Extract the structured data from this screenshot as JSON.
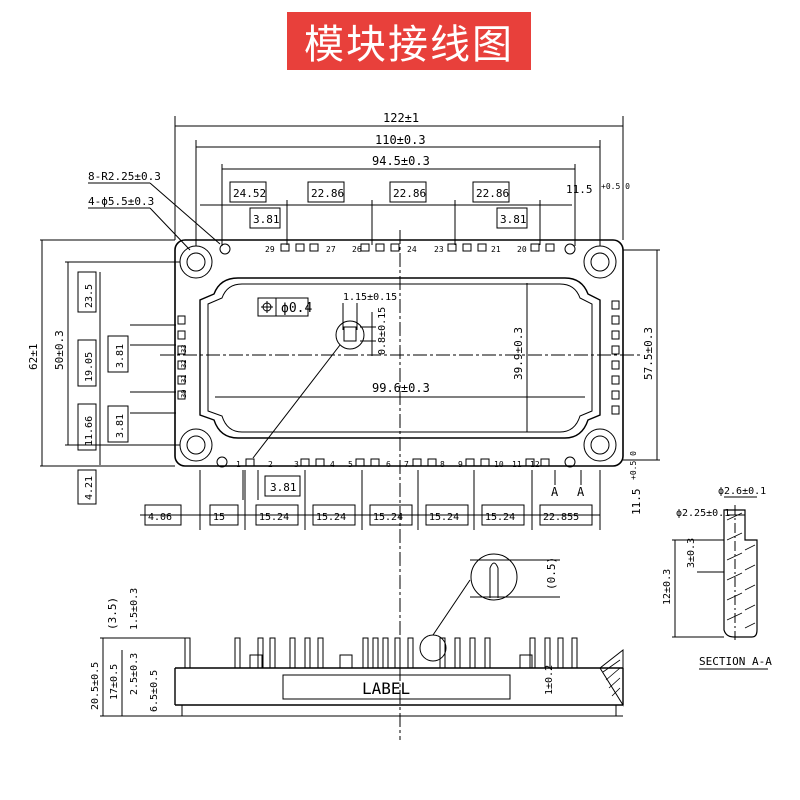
{
  "title": "模块接线图",
  "top_view": {
    "overall_width": "122±1",
    "mount_pitch": "110±0.3",
    "inner_span": "94.5±0.3",
    "radius_note": "8-R2.25±0.3",
    "hole_note": "4-ϕ5.5±0.3",
    "top_spacings": [
      "24.52",
      "22.86",
      "22.86",
      "22.86"
    ],
    "top_offset": "11.5",
    "top_offset_tol": "+0.5 0",
    "pin_pitch_small": "3.81",
    "pin_pitch_small_right": "3.81",
    "top_pin_labels": [
      "29",
      "27",
      "26",
      "24",
      "23",
      "21",
      "20"
    ],
    "position_tolerance": "ϕ0.4",
    "pin_width": "1.15±0.15",
    "pin_thickness": "0.8±0.15",
    "window_height": "39.9±0.3",
    "window_width": "99.6±0.3",
    "overall_height": "62±1",
    "mount_height": "50±0.3",
    "right_height": "57.5±0.3",
    "left_spacings": [
      "23.5",
      "19.05",
      "11.66"
    ],
    "left_pitch_a": "3.81",
    "left_pitch_b": "3.81",
    "left_pin_labels": [
      "33",
      "32",
      "31",
      "30"
    ],
    "bottom_pin_labels": [
      "1",
      "2",
      "3",
      "4",
      "5",
      "6",
      "7",
      "8",
      "9",
      "10",
      "11",
      "12"
    ],
    "bottom_pitch": "3.81",
    "bottom_offset": "4.21",
    "bottom_spacings": [
      "4.06",
      "15",
      "15.24",
      "15.24",
      "15.24",
      "15.24",
      "15.24",
      "22.855"
    ],
    "section_mark": "A",
    "bottom_right_offset": "11.5",
    "bottom_right_tol": "+0.5 0"
  },
  "side_view": {
    "pin_height": "(3.5)",
    "pin_tip": "1.5±0.3",
    "total_height": "20.5±0.5",
    "body_height": "17±0.5",
    "step": "2.5±0.3",
    "base": "6.5±0.5",
    "label_text": "LABEL",
    "detail_note": "(0.5)",
    "base_gap": "1±0.2"
  },
  "section": {
    "outer_dia": "ϕ2.6±0.1",
    "inner_dia": "ϕ2.25±0.1",
    "depth": "3±0.3",
    "length": "12±0.3",
    "caption": "SECTION A-A"
  },
  "colors": {
    "banner": "#e8403b",
    "ink": "#000000"
  }
}
